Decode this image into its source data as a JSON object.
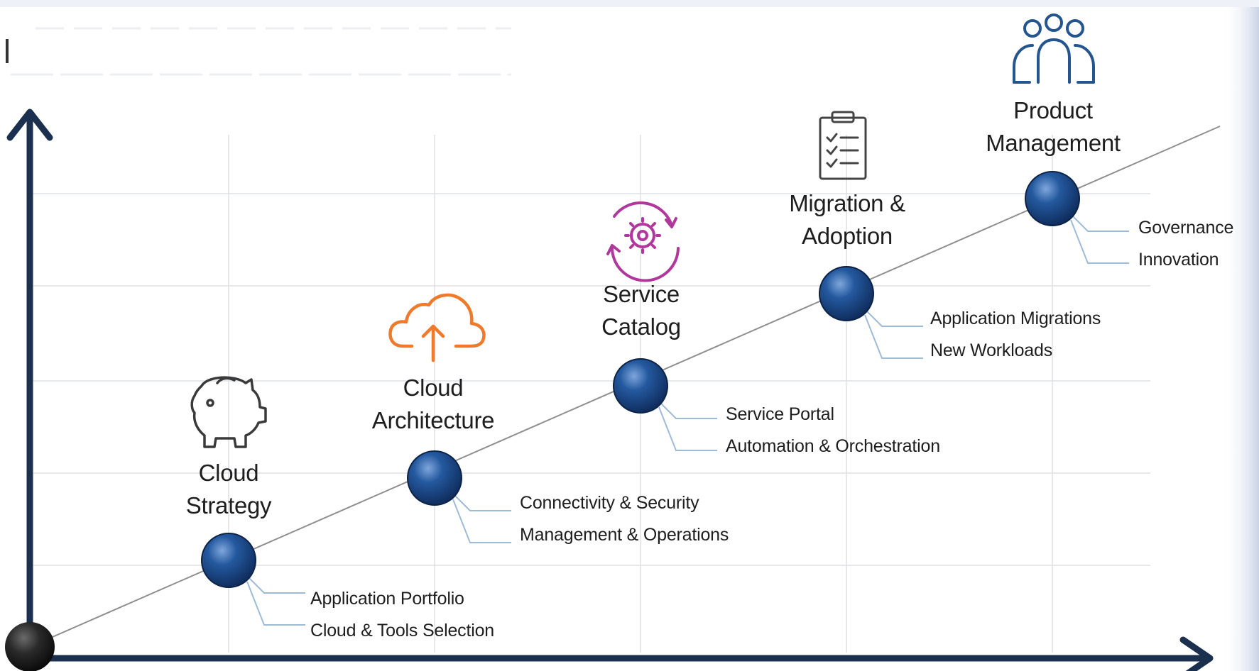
{
  "colors": {
    "axis": "#1b2f4e",
    "grid": "#dde1e6",
    "trend_line": "#8f8f8f",
    "node_blue": "#1a4a8c",
    "leader": "#9dbbd8",
    "origin_node": "#222222",
    "piggy_icon": "#3a3a3a",
    "cloud_icon": "#ef7a2b",
    "gear_icon": "#b0389c",
    "checklist_icon": "#444444",
    "people_icon": "#25558f",
    "frame_edge": "#c9d3e6"
  },
  "stages": [
    {
      "title_line1": "Cloud",
      "title_line2": "Strategy",
      "icon": "piggy-bank-icon",
      "items": [
        "Application Portfolio",
        "Cloud & Tools Selection"
      ]
    },
    {
      "title_line1": "Cloud",
      "title_line2": "Architecture",
      "icon": "cloud-upload-icon",
      "items": [
        "Connectivity & Security",
        "Management & Operations"
      ]
    },
    {
      "title_line1": "Service",
      "title_line2": "Catalog",
      "icon": "gear-refresh-icon",
      "items": [
        "Service Portal",
        "Automation & Orchestration"
      ]
    },
    {
      "title_line1": "Migration &",
      "title_line2": "Adoption",
      "icon": "checklist-icon",
      "items": [
        "Application Migrations",
        "New Workloads"
      ]
    },
    {
      "title_line1": "Product",
      "title_line2": "Management",
      "icon": "people-group-icon",
      "items": [
        "Governance",
        "Innovation"
      ]
    }
  ]
}
